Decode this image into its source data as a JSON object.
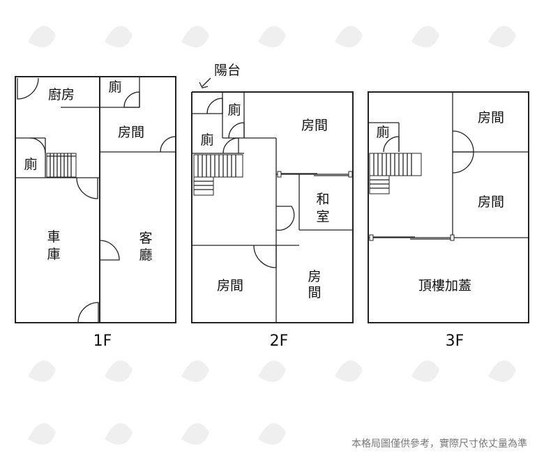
{
  "plans": [
    {
      "floor_label": "1F",
      "rooms": [
        {
          "id": "kitchen",
          "label": "廚房"
        },
        {
          "id": "wc-top",
          "label": "廁"
        },
        {
          "id": "bedroom",
          "label": "房間"
        },
        {
          "id": "wc-left",
          "label": "廁"
        },
        {
          "id": "garage-1",
          "label": "車"
        },
        {
          "id": "garage-2",
          "label": "庫"
        },
        {
          "id": "living-1",
          "label": "客"
        },
        {
          "id": "living-2",
          "label": "廳"
        }
      ]
    },
    {
      "floor_label": "2F",
      "balcony_label": "陽台",
      "rooms": [
        {
          "id": "wc-a",
          "label": "廁"
        },
        {
          "id": "wc-b",
          "label": "廁"
        },
        {
          "id": "bedroom-ne",
          "label": "房間"
        },
        {
          "id": "washitsu-1",
          "label": "和"
        },
        {
          "id": "washitsu-2",
          "label": "室"
        },
        {
          "id": "bedroom-sw",
          "label": "房間"
        },
        {
          "id": "bedroom-se-1",
          "label": "房"
        },
        {
          "id": "bedroom-se-2",
          "label": "間"
        }
      ]
    },
    {
      "floor_label": "3F",
      "rooms": [
        {
          "id": "wc",
          "label": "廁"
        },
        {
          "id": "bedroom-1",
          "label": "房間"
        },
        {
          "id": "bedroom-2",
          "label": "房間"
        },
        {
          "id": "rooftop",
          "label": "頂樓加蓋"
        }
      ]
    }
  ],
  "disclaimer": "本格局圖僅供參考，實際尺寸依丈量為準"
}
